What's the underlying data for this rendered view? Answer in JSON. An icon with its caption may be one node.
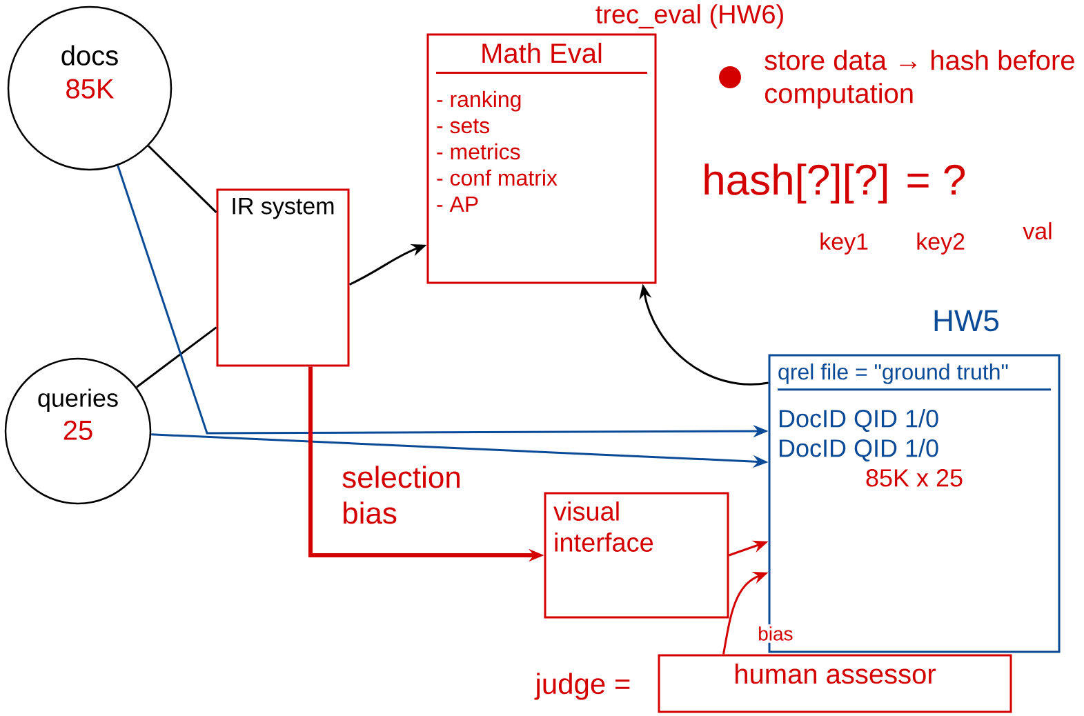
{
  "diagram": {
    "nodes": [
      {
        "text": [
          "docs",
          "85K"
        ]
      },
      {
        "text": [
          "queries",
          "25"
        ]
      },
      {
        "text": [
          "IR system"
        ]
      },
      {
        "text": [
          "Math Eval",
          "- ranking",
          "- sets",
          "- metrics",
          "- conf matrix",
          "- AP"
        ],
        "beside": [
          "trec_eval (HW6)"
        ]
      },
      {
        "text": [
          "qrel file = \"ground truth\"",
          "DocID QID 1/0",
          "DocID QID 1/0",
          "85K x 25"
        ],
        "beside": [
          "HW5"
        ]
      },
      {
        "text": [
          "visual interface"
        ]
      },
      {
        "text": [
          "human assessor"
        ],
        "beside": [
          "judge ="
        ]
      }
    ],
    "edges": [
      {
        "from": 0,
        "to": 2,
        "arrow": "none",
        "color": "#000000"
      },
      {
        "from": 1,
        "to": 2,
        "arrow": "none",
        "color": "#000000"
      },
      {
        "from": 2,
        "to": 3,
        "arrow": "to",
        "color": "#000000"
      },
      {
        "from": 4,
        "to": 3,
        "arrow": "to",
        "color": "#000000"
      },
      {
        "from": 0,
        "to": 4,
        "arrow": "to",
        "color": "#0b4a96"
      },
      {
        "from": 1,
        "to": 4,
        "arrow": "to",
        "color": "#0b4a96"
      },
      {
        "from": 2,
        "to": 5,
        "arrow": "to",
        "label": "selection bias",
        "style": "thick",
        "color": "#d40000"
      },
      {
        "from": 5,
        "to": 4,
        "arrow": "to",
        "color": "#d40000"
      },
      {
        "from": 6,
        "to": 4,
        "arrow": "to",
        "label": "bias",
        "color": "#d40000"
      }
    ],
    "labels": [
      "store data → hash before computation",
      "hash[?][?] = ?",
      "key1",
      "key2",
      "val"
    ]
  }
}
